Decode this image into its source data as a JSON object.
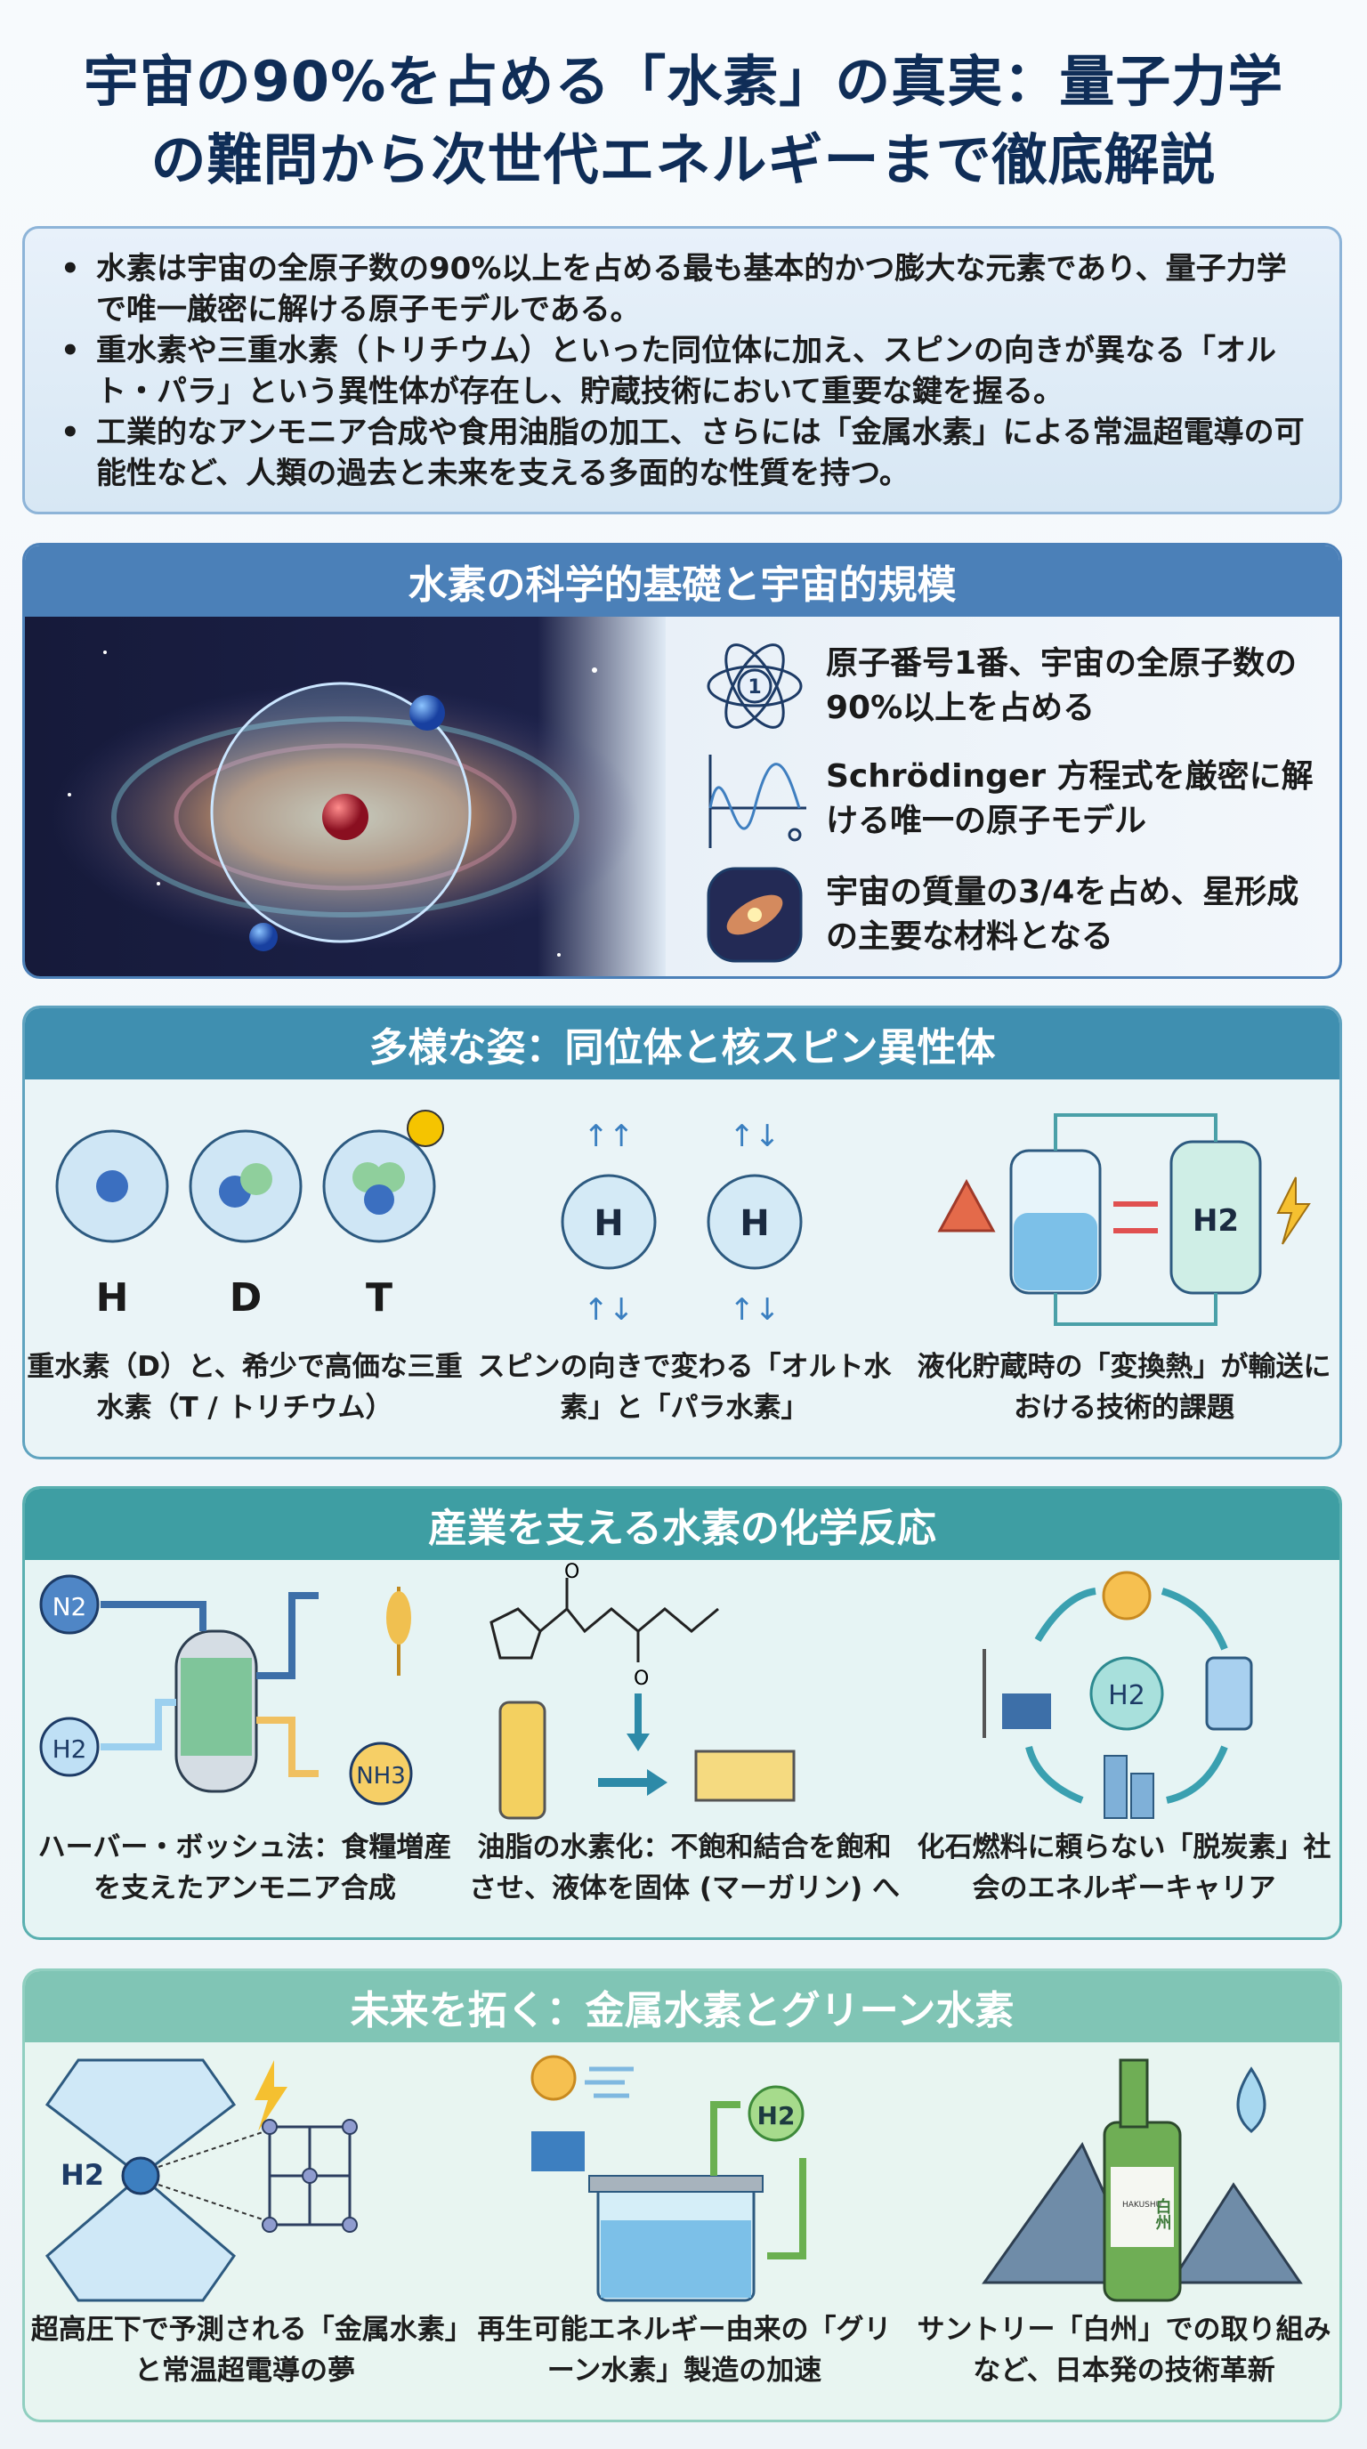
{
  "title": {
    "line1": "宇宙の90%を占める「水素」の真実：量子力学",
    "line2": "の難問から次世代エネルギーまで徹底解説"
  },
  "summary": {
    "bullets": [
      "水素は宇宙の全原子数の90%以上を占める最も基本的かつ膨大な元素であり、量子力学で唯一厳密に解ける原子モデルである。",
      "重水素や三重水素（トリチウム）といった同位体に加え、スピンの向きが異なる「オルト・パラ」という異性体が存在し、貯蔵技術において重要な鍵を握る。",
      "工業的なアンモニア合成や食用油脂の加工、さらには「金属水素」による常温超電導の可能性など、人類の過去と未来を支える多面的な性質を持つ。"
    ]
  },
  "sections": [
    {
      "title": "水素の科学的基礎と宇宙的規模",
      "color": "#4b80b8",
      "items": [
        {
          "icon": "atom-icon",
          "label": "1",
          "text": "原子番号1番、宇宙の全原子数の90%以上を占める"
        },
        {
          "icon": "wave-function-icon",
          "text": "Schrödinger 方程式を厳密に解ける唯一の原子モデル"
        },
        {
          "icon": "galaxy-icon",
          "text": "宇宙の質量の3/4を占め、星形成の主要な材料となる"
        }
      ]
    },
    {
      "title": "多様な姿：同位体と核スピン異性体",
      "color": "#3f8fb0",
      "isotopes": [
        "H",
        "D",
        "T"
      ],
      "spin_labels": [
        "H",
        "H"
      ],
      "tank_label": "H2",
      "captions": [
        "重水素（D）と、希少で高価な三重水素（T / トリチウム）",
        "スピンの向きで変わる「オルト水素」と「パラ水素」",
        "液化貯蔵時の「変換熱」が輸送における技術的課題"
      ]
    },
    {
      "title": "産業を支える水素の化学反応",
      "color": "#3e9ea3",
      "labels": {
        "n2": "N2",
        "h2": "H2",
        "nh3": "NH3",
        "o": "O",
        "cycle_h2": "H2"
      },
      "captions": [
        "ハーバー・ボッシュ法：食糧増産を支えたアンモニア合成",
        "油脂の水素化：不飽和結合を飽和させ、液体を固体 (マーガリン) へ",
        "化石燃料に頼らない「脱炭素」社会のエネルギーキャリア"
      ]
    },
    {
      "title": "未来を拓く：金属水素とグリーン水素",
      "color": "#80c5b5",
      "labels": {
        "h2_in": "H2",
        "h2_out": "H2",
        "bottle_brand": "HAKUSHU",
        "bottle_kanji": "白州"
      },
      "captions": [
        "超高圧下で予測される「金属水素」と常温超電導の夢",
        "再生可能エネルギー由来の「グリーン水素」製造の加速",
        "サントリー「白州」での取り組みなど、日本発の技術革新"
      ]
    }
  ]
}
